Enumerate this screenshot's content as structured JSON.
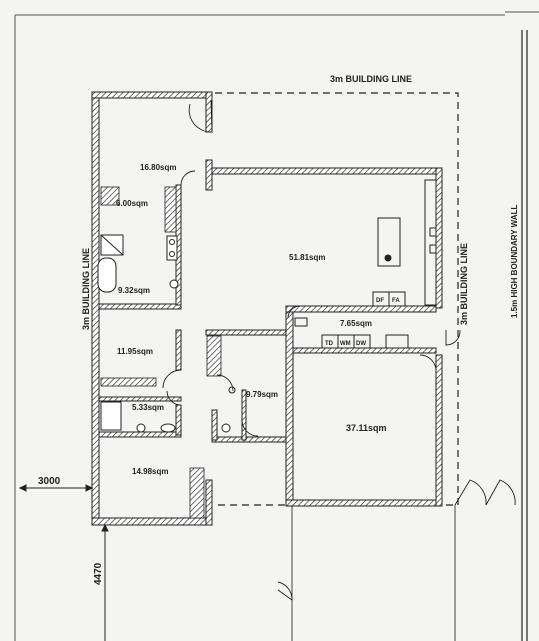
{
  "labels": {
    "building_line_top": "3m BUILDING LINE",
    "building_line_left": "3m BUILDING LINE",
    "building_line_right": "3m BUILDING LINE",
    "boundary_wall": "1.5m HIGH BOUNDARY WALL",
    "dim_3000": "3000",
    "dim_4470": "4470"
  },
  "rooms": {
    "bed1": "16.80sqm",
    "wir": "6.00sqm",
    "ensuite": "9.32sqm",
    "living": "51.81sqm",
    "laundry": "7.65sqm",
    "bed2": "11.95sqm",
    "bath": "5.33sqm",
    "hall": "9.79sqm",
    "garage": "37.11sqm",
    "bed3": "14.98sqm"
  },
  "fixtures": {
    "df": "DF",
    "fa": "FA",
    "td": "TD",
    "wm": "WM",
    "dw": "DW"
  }
}
